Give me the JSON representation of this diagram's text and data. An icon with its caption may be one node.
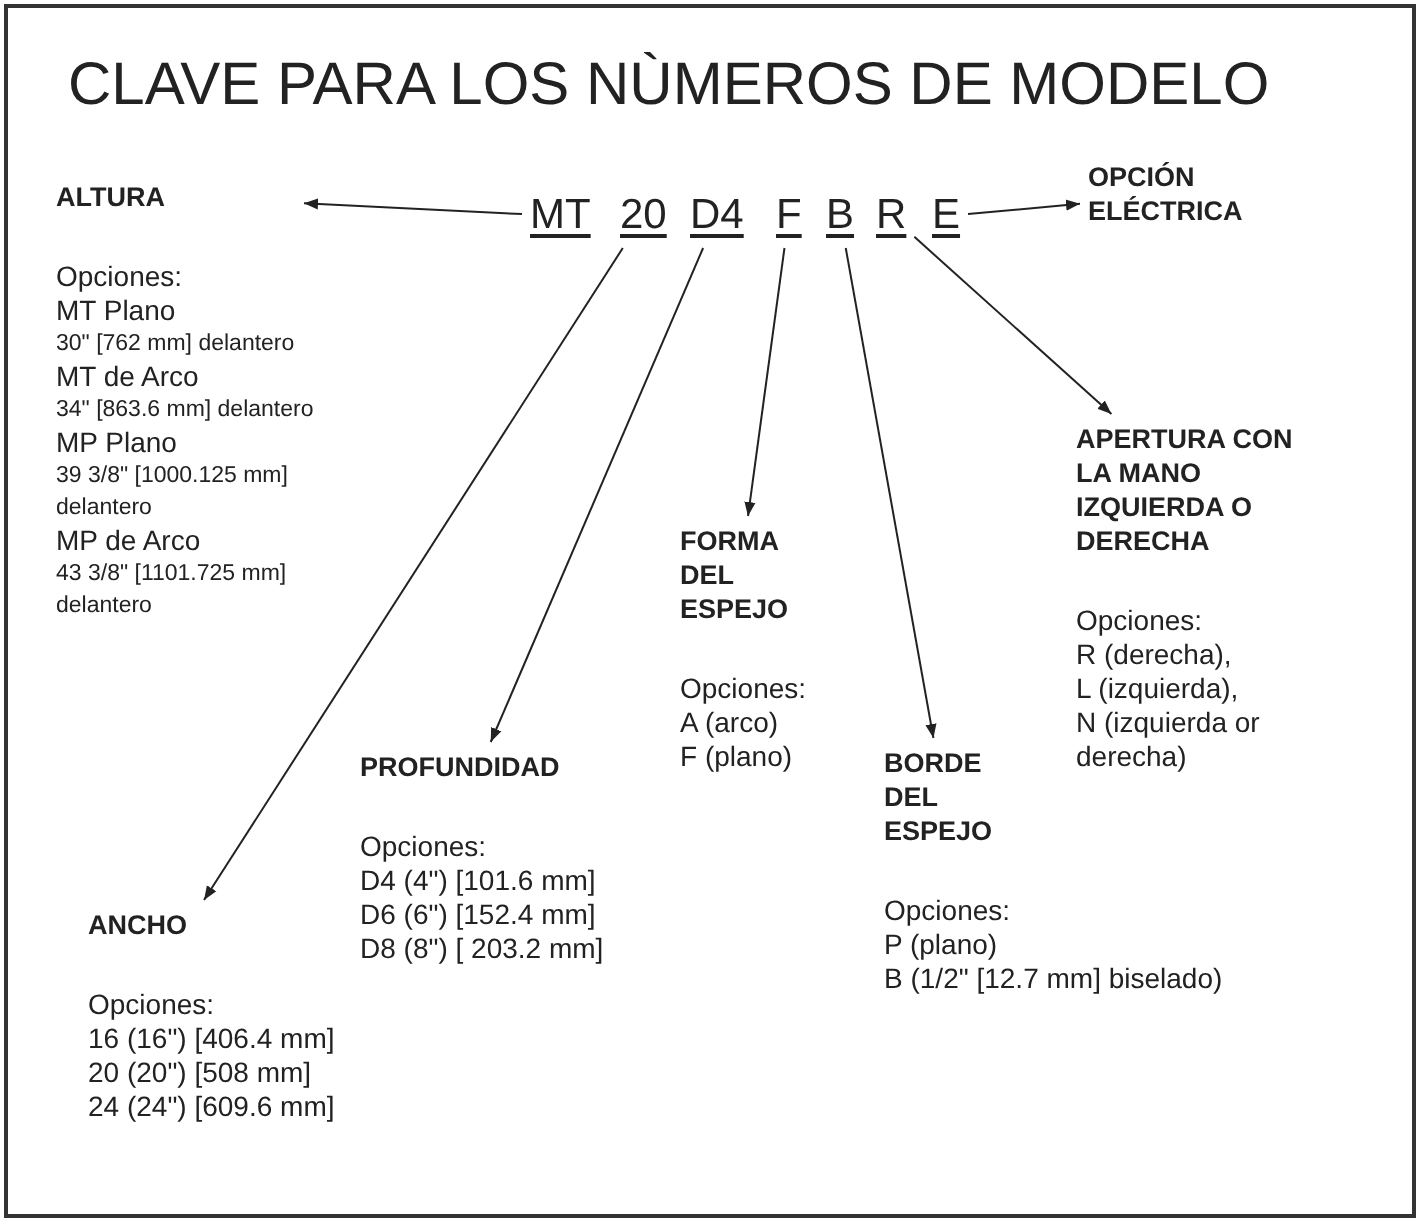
{
  "diagram": {
    "title": "CLAVE PARA LOS NÙMEROS DE MODELO",
    "nodes": [
      {
        "text": [
          "MT"
        ]
      },
      {
        "text": [
          "20"
        ]
      },
      {
        "text": [
          "D4"
        ]
      },
      {
        "text": [
          "F"
        ]
      },
      {
        "text": [
          "B"
        ]
      },
      {
        "text": [
          "R"
        ]
      },
      {
        "text": [
          "E"
        ]
      },
      {
        "text": [
          "ALTURA"
        ],
        "beside": [
          "Opciones:",
          "MT Plano",
          "30\" [762 mm] delantero",
          "MT de Arco",
          "34\" [863.6 mm] delantero",
          "MP Plano",
          "39 3/8\" [1000.125 mm] delantero",
          "MP de Arco",
          "43 3/8\" [1101.725 mm] delantero"
        ]
      },
      {
        "text": [
          "OPCIÓN ELÉCTRICA"
        ]
      },
      {
        "text": [
          "ANCHO"
        ],
        "beside": [
          "Opciones:",
          "16 (16\") [406.4 mm]",
          "20 (20\") [508 mm]",
          "24 (24\") [609.6 mm]"
        ]
      },
      {
        "text": [
          "PROFUNDIDAD"
        ],
        "beside": [
          "Opciones:",
          "D4 (4\") [101.6 mm]",
          "D6 (6\") [152.4 mm]",
          "D8 (8\") [ 203.2 mm]"
        ]
      },
      {
        "text": [
          "FORMA DEL ESPEJO"
        ],
        "beside": [
          "Opciones:",
          "A (arco)",
          "F (plano)"
        ]
      },
      {
        "text": [
          "BORDE DEL ESPEJO"
        ],
        "beside": [
          "Opciones:",
          "P (plano)",
          "B (1/2\" [12.7 mm] biselado)"
        ]
      },
      {
        "text": [
          "APERTURA CON LA MANO IZQUIERDA O DERECHA"
        ],
        "beside": [
          "Opciones:",
          "R (derecha),",
          "L (izquierda),",
          "N (izquierda or derecha)"
        ]
      }
    ],
    "edges": [
      {
        "from": 0,
        "to": 7,
        "arrow": "to"
      },
      {
        "from": 6,
        "to": 8,
        "arrow": "to"
      },
      {
        "from": 1,
        "to": 9,
        "arrow": "to"
      },
      {
        "from": 2,
        "to": 10,
        "arrow": "to"
      },
      {
        "from": 3,
        "to": 11,
        "arrow": "to"
      },
      {
        "from": 4,
        "to": 12,
        "arrow": "to"
      },
      {
        "from": 5,
        "to": 13,
        "arrow": "to"
      }
    ]
  }
}
